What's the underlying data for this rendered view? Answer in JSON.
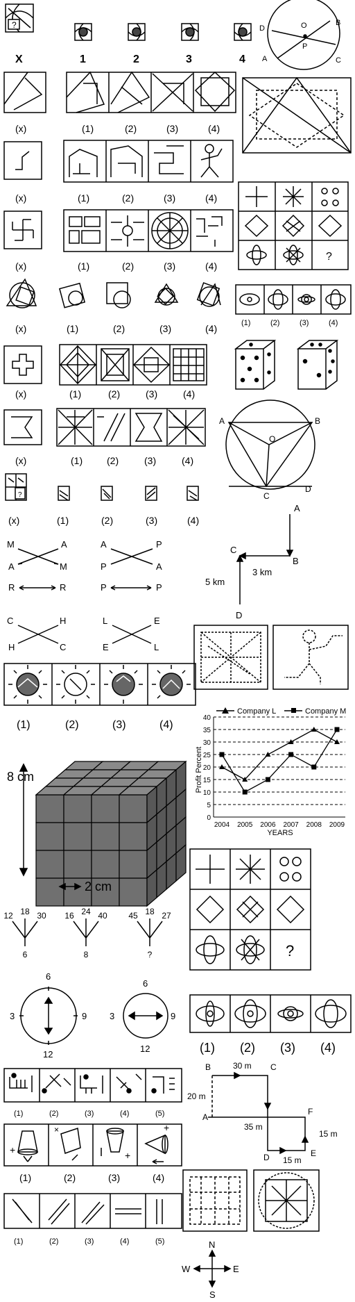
{
  "row1": {
    "x": "X",
    "opts": [
      "1",
      "2",
      "3",
      "4"
    ],
    "q": "?"
  },
  "circle1": {
    "D": "D",
    "O": "O",
    "B": "B",
    "P": "P",
    "A": "A",
    "C": "C"
  },
  "rows": {
    "x": "(x)",
    "opts": [
      "(1)",
      "(2)",
      "(3)",
      "(4)"
    ],
    "opts5": [
      "(1)",
      "(2)",
      "(3)",
      "(4)",
      "(5)"
    ],
    "q": "?"
  },
  "circle2": {
    "A": "A",
    "B": "B",
    "O": "O",
    "C": "C",
    "D": "D"
  },
  "letters": {
    "g1": {
      "tl": "M",
      "tr": "A",
      "ml": "A",
      "mr": "M",
      "bl": "R",
      "br": "R"
    },
    "g2": {
      "tl": "A",
      "tr": "P",
      "ml": "P",
      "mr": "A",
      "bl": "P",
      "br": "P"
    },
    "g3": {
      "tl": "C",
      "tr": "H",
      "bl": "H",
      "br": "C"
    },
    "g4": {
      "tl": "L",
      "tr": "E",
      "bl": "E",
      "br": "L"
    }
  },
  "path1": {
    "A": "A",
    "B": "B",
    "C": "C",
    "D": "D",
    "d1": "3 km",
    "d2": "5 km"
  },
  "cube": {
    "height": "8 cm",
    "side": "2 cm"
  },
  "chart_data": {
    "type": "line",
    "title": "",
    "xlabel": "YEARS",
    "ylabel": "Profit Percent",
    "x": [
      "2004",
      "2005",
      "2006",
      "2007",
      "2008",
      "2009"
    ],
    "ylim": [
      0,
      40
    ],
    "yticks": [
      0,
      5,
      10,
      15,
      20,
      25,
      30,
      35,
      40
    ],
    "grid": "dashed horizontal",
    "legend": "top",
    "series": [
      {
        "name": "Company L",
        "marker": "triangle",
        "values": [
          20,
          15,
          25,
          30,
          35,
          30
        ]
      },
      {
        "name": "Company M",
        "marker": "square",
        "values": [
          25,
          10,
          15,
          25,
          20,
          35
        ]
      }
    ]
  },
  "trees": [
    {
      "a": "12",
      "b": "18",
      "c": "30",
      "r": "6"
    },
    {
      "a": "16",
      "b": "24",
      "c": "40",
      "r": "8"
    },
    {
      "a": "45",
      "b": "18",
      "c": "27",
      "r": "?"
    }
  ],
  "clocks": {
    "c1": {
      "top": "6",
      "left": "3",
      "right": "9",
      "bottom": "12"
    },
    "c2": {
      "top": "6",
      "left": "3",
      "right": "9",
      "bottom": "12"
    }
  },
  "path2": {
    "B": "B",
    "C": "C",
    "A": "A",
    "F": "F",
    "D": "D",
    "E": "E",
    "bc": "30 m",
    "ab": "20 m",
    "cd": "35 m",
    "fe": "15 m",
    "de": "15 m"
  },
  "compass": {
    "N": "N",
    "S": "S",
    "E": "E",
    "W": "W"
  }
}
